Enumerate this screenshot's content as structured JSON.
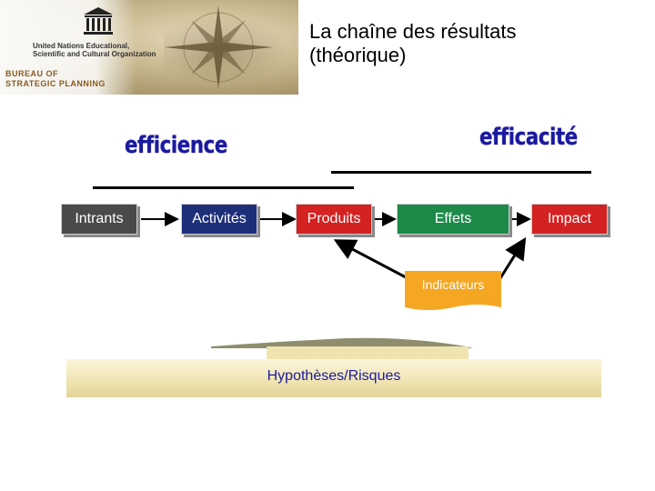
{
  "banner": {
    "org_lines": [
      "United Nations Educational,",
      "Scientific and Cultural Organization"
    ],
    "unit_lines": [
      "BUREAU OF",
      "STRATEGIC PLANNING"
    ],
    "logo_text": "UNESCO"
  },
  "title_lines": [
    "La chaîne des résultats",
    "(théorique)"
  ],
  "labels": {
    "efficience": "efficience",
    "efficacite": "efficacité"
  },
  "boxes": [
    {
      "label": "Intrants",
      "color": "#4a4a4a"
    },
    {
      "label": "Activités",
      "color": "#1e2f7a"
    },
    {
      "label": "Produits",
      "color": "#d42121"
    },
    {
      "label": "Effets",
      "color": "#1e8a4a"
    },
    {
      "label": "Impact",
      "color": "#d42121"
    }
  ],
  "indicators": {
    "label": "Indicateurs",
    "color": "#f5a623"
  },
  "hypotheses": {
    "label": "Hypothèses/Risques",
    "color": "#1a1aa0"
  }
}
